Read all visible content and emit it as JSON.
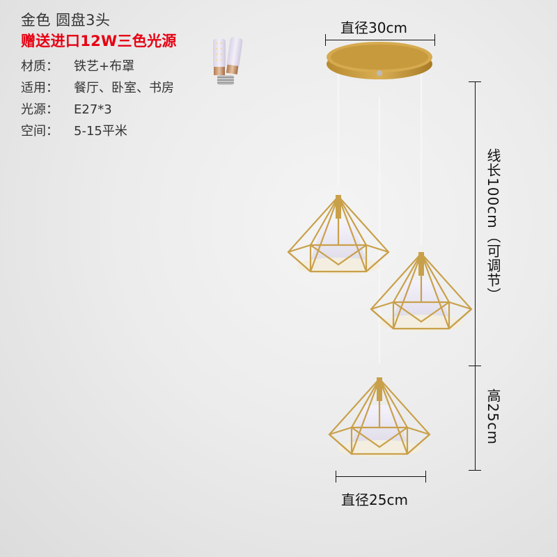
{
  "product": {
    "title": "金色 圆盘3头",
    "promo": "赠送进口12W三色光源",
    "specs": [
      {
        "label": "材质：",
        "value": "铁艺+布罩"
      },
      {
        "label": "适用：",
        "value": "餐厅、卧室、书房"
      },
      {
        "label": "光源：",
        "value": "E27*3"
      },
      {
        "label": "空间：",
        "value": "5-15平米"
      }
    ]
  },
  "dimensions": {
    "canopy_diameter": "直径30cm",
    "cord_length": "线长100cm（可调节）",
    "shade_height": "高25cm",
    "shade_diameter": "直径25cm"
  },
  "colors": {
    "promo_red": "#e60012",
    "gold": "#c9a04a",
    "text": "#333333"
  },
  "icons": {
    "bulb": "led-corn-bulb-icon",
    "lamp": "diamond-cage-pendant-icon"
  }
}
